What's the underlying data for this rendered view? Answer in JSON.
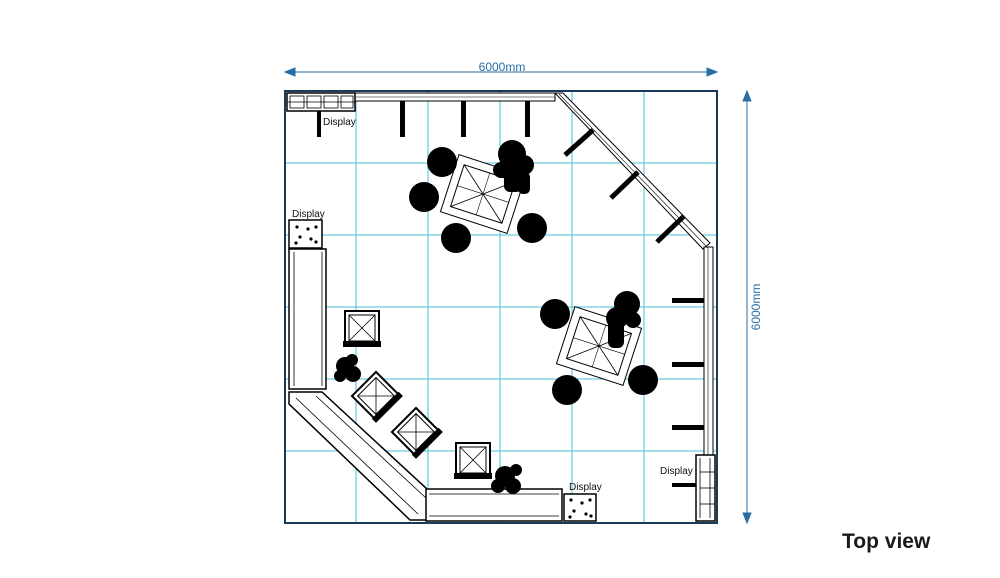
{
  "dimensions": {
    "width_label": "6000mm",
    "height_label": "6000mm"
  },
  "labels": {
    "display_top_left": "Display",
    "display_left": "Display",
    "display_bottom": "Display",
    "display_right": "Display"
  },
  "view_title": "Top view",
  "colors": {
    "grid": "#46c0d8",
    "dimension": "#2a6fa3",
    "border": "#1a3a5c",
    "furniture": "#000000"
  }
}
